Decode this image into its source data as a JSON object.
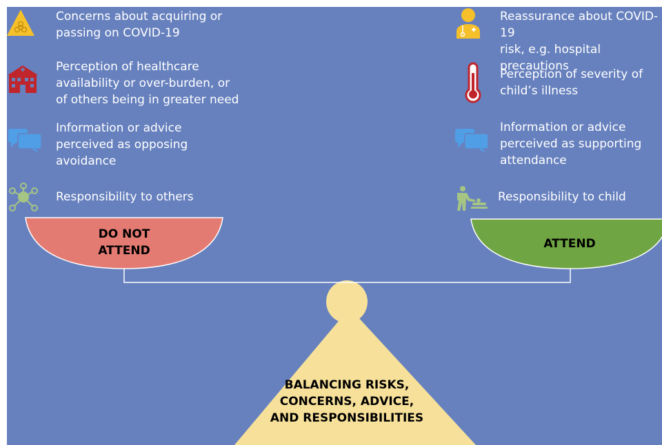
{
  "left_factors": [
    {
      "icon": "biohazard-icon",
      "text": "Concerns about acquiring or\npassing on COVID-19"
    },
    {
      "icon": "hospital-icon",
      "text": "Perception of healthcare\navailability or over-burden, or\nof others being in greater need"
    },
    {
      "icon": "speech-bubbles-icon",
      "text": "Information or advice\nperceived as opposing\navoidance"
    },
    {
      "icon": "network-people-icon",
      "text": "Responsibility to others"
    }
  ],
  "right_factors": [
    {
      "icon": "doctor-icon",
      "text": "Reassurance about COVID-19\nrisk, e.g. hospital precautions"
    },
    {
      "icon": "thermometer-icon",
      "text": "Perception of severity of\nchild’s illness"
    },
    {
      "icon": "speech-bubbles-icon",
      "text": "Information or advice\nperceived as supporting\nattendance"
    },
    {
      "icon": "parent-child-icon",
      "text": "Responsibility to child"
    }
  ],
  "scale": {
    "left_pan_label": "DO NOT\nATTEND",
    "right_pan_label": "ATTEND",
    "base_label": "BALANCING RISKS,\nCONCERNS, ADVICE,\nAND RESPONSIBILITIES"
  },
  "colors": {
    "background": "#6781be",
    "left_pan": "#e37b72",
    "right_pan": "#70a543",
    "fulcrum": "#f7e19a",
    "icon_yellow": "#f5c02a",
    "icon_red": "#c0252c",
    "icon_blue": "#4f9ee6",
    "icon_green": "#a6c484"
  }
}
